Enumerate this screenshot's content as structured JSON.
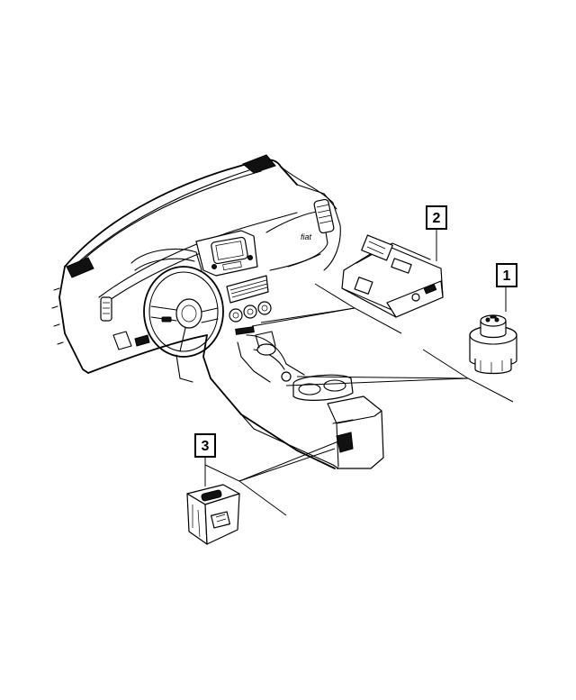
{
  "callouts": [
    {
      "id": "1",
      "label": "1"
    },
    {
      "id": "2",
      "label": "2"
    },
    {
      "id": "3",
      "label": "3"
    }
  ],
  "colors": {
    "line": "#000000",
    "background": "#ffffff"
  },
  "badge_text": "fiat"
}
